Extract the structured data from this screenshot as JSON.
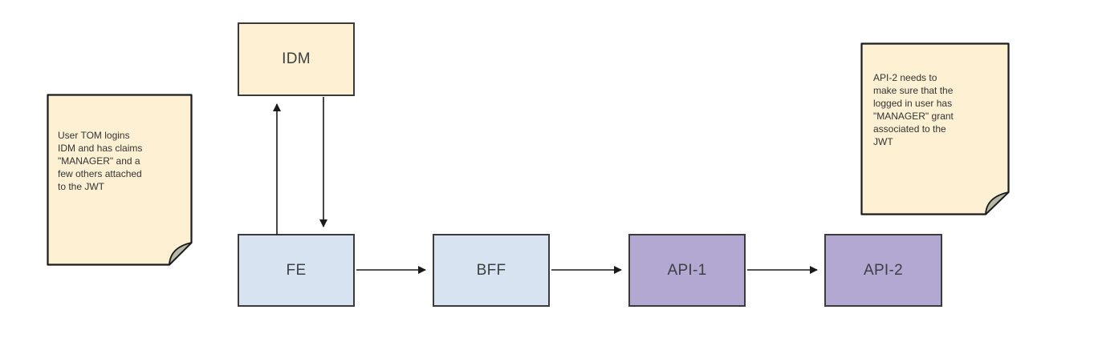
{
  "diagram": {
    "nodes": [
      {
        "id": "idm",
        "label": "IDM"
      },
      {
        "id": "fe",
        "label": "FE"
      },
      {
        "id": "bff",
        "label": "BFF"
      },
      {
        "id": "api1",
        "label": "API-1"
      },
      {
        "id": "api2",
        "label": "API-2"
      }
    ],
    "notes": [
      {
        "id": "note-left",
        "text": "User TOM logins\nIDM and has claims\n\"MANAGER\" and a\nfew others attached\nto the JWT"
      },
      {
        "id": "note-right",
        "text": "API-2 needs to\nmake sure that the\nlogged in user has\n\"MANAGER\" grant\nassociated to the\nJWT"
      }
    ],
    "edges": [
      {
        "from": "FE",
        "to": "IDM",
        "direction": "up"
      },
      {
        "from": "IDM",
        "to": "FE",
        "direction": "down"
      },
      {
        "from": "FE",
        "to": "BFF",
        "direction": "right"
      },
      {
        "from": "BFF",
        "to": "API-1",
        "direction": "right"
      },
      {
        "from": "API-1",
        "to": "API-2",
        "direction": "right"
      }
    ],
    "colors": {
      "node_yellow": "#fdf0d3",
      "node_blue": "#d7e3f0",
      "node_purple": "#b3a8d2",
      "note_yellow": "#fdf0d3",
      "fold_gray": "#b8b8a6",
      "border_dark": "#3b3b3b",
      "arrow_black": "#1a1a1a",
      "label_color": "#3c4043",
      "note_text": "#333333"
    }
  }
}
